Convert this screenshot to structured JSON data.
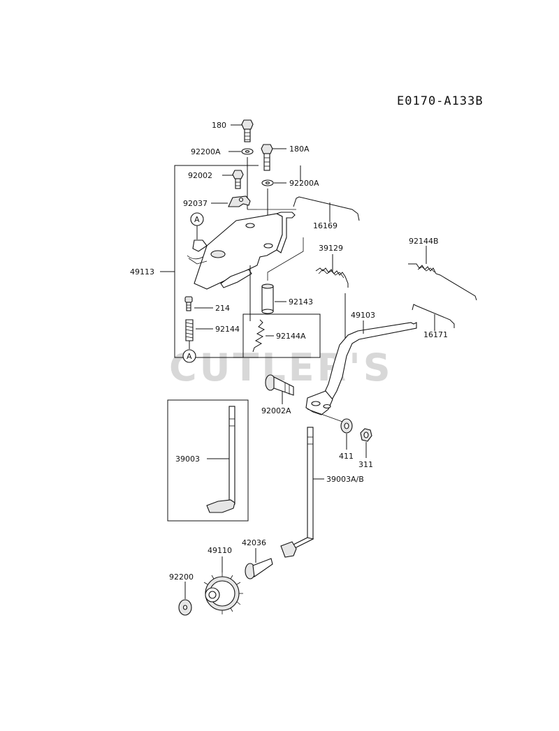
{
  "diagram_code": "E0170-A133B",
  "watermark": "CUTLER'S",
  "callout_ref": "A",
  "parts": {
    "p180": "180",
    "p180A": "180A",
    "p92200A_1": "92200A",
    "p92200A_2": "92200A",
    "p92002": "92002",
    "p92037": "92037",
    "p16169": "16169",
    "p49113": "49113",
    "p39129": "39129",
    "p92144B": "92144B",
    "p92143": "92143",
    "p214": "214",
    "p92144": "92144",
    "p92144A": "92144A",
    "p49103": "49103",
    "p16171": "16171",
    "p92002A": "92002A",
    "p411": "411",
    "p311": "311",
    "p39003": "39003",
    "p39003AB": "39003A/B",
    "p49110": "49110",
    "p42036": "42036",
    "p92200": "92200"
  }
}
